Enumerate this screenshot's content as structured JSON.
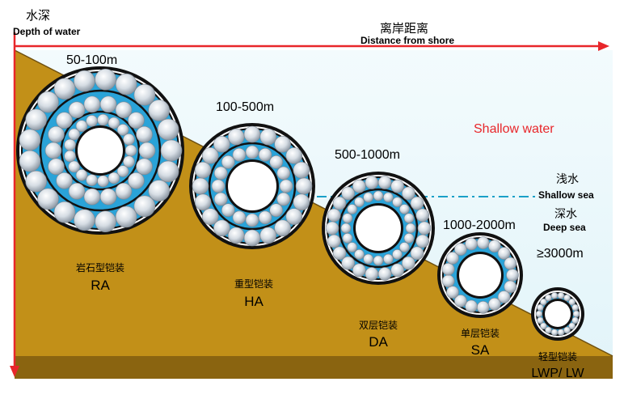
{
  "axes": {
    "depth_cn": "水深",
    "depth_en": "Depth of water",
    "distance_cn": "离岸距离",
    "distance_en": "Distance from shore"
  },
  "zones": {
    "shallow_water": "Shallow water",
    "shallow_sea_cn": "浅水",
    "shallow_sea_en": "Shallow sea",
    "deep_sea_cn": "深水",
    "deep_sea_en": "Deep sea"
  },
  "cables": [
    {
      "depth": "50-100m",
      "name_cn": "岩石型铠装",
      "code": "RA"
    },
    {
      "depth": "100-500m",
      "name_cn": "重型铠装",
      "code": "HA"
    },
    {
      "depth": "500-1000m",
      "name_cn": "双层铠装",
      "code": "DA"
    },
    {
      "depth": "1000-2000m",
      "name_cn": "单层铠装",
      "code": "SA"
    },
    {
      "depth": "≥3000m",
      "name_cn": "轻型铠装",
      "code": "LWP/ LW"
    }
  ],
  "colors": {
    "axis": "#e8262a",
    "seabed": "#c29018",
    "seabed_dark": "#8a6410",
    "water": "#eef8fb",
    "shallow_water_text": "#e8262a",
    "dashline": "#1aa0c8",
    "cable_fill": "#2aa3d8",
    "wire": "#c9d3dc"
  }
}
